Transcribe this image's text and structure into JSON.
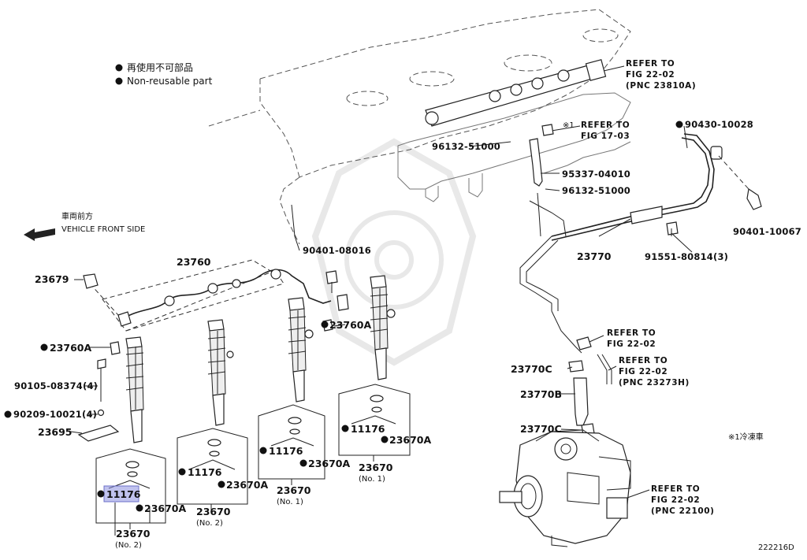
{
  "legend": {
    "reuse_jp": "再使用不可部品",
    "reuse_en": "Non-reusable part",
    "front_jp": "車両前方",
    "front_en": "VEHICLE FRONT SIDE",
    "note_jp": "※1冷凍車"
  },
  "parts": {
    "p23760": "23760",
    "p23679": "23679",
    "p23760A_left": "23760A",
    "p23760A_mid": "23760A",
    "p90105": "90105-08374(4)",
    "p90209": "90209-10021(4)",
    "p23695": "23695",
    "p90401_08016": "90401-08016",
    "p96132_top": "96132-51000",
    "p95337": "95337-04010",
    "p96132_bot": "96132-51000",
    "p90430": "90430-10028",
    "p90401_10067": "90401-10067",
    "p23770": "23770",
    "p91551": "91551-80814(3)",
    "p23770C_a": "23770C",
    "p23770B": "23770B",
    "p23770C_b": "23770C",
    "mark1": "※1",
    "diagram_id": "222216D"
  },
  "injectors": [
    {
      "seal": "11176",
      "washer": "23670A",
      "assy": "23670",
      "no": "(No. 2)",
      "highlighted": true
    },
    {
      "seal": "11176",
      "washer": "23670A",
      "assy": "23670",
      "no": "(No. 2)",
      "highlighted": false
    },
    {
      "seal": "11176",
      "washer": "23670A",
      "assy": "23670",
      "no": "(No. 1)",
      "highlighted": false
    },
    {
      "seal": "11176",
      "washer": "23670A",
      "assy": "23670",
      "no": "(No. 1)",
      "highlighted": false
    }
  ],
  "refs": {
    "r_rail": [
      "REFER TO",
      "FIG 22-02",
      "(PNC 23810A)"
    ],
    "r_17": [
      "REFER TO",
      "FIG 17-03"
    ],
    "r_22a": [
      "REFER TO",
      "FIG 22-02"
    ],
    "r_22b": [
      "REFER TO",
      "FIG 22-02",
      "(PNC 23273H)"
    ],
    "r_22c": [
      "REFER TO",
      "FIG 22-02",
      "(PNC 22100)"
    ]
  }
}
